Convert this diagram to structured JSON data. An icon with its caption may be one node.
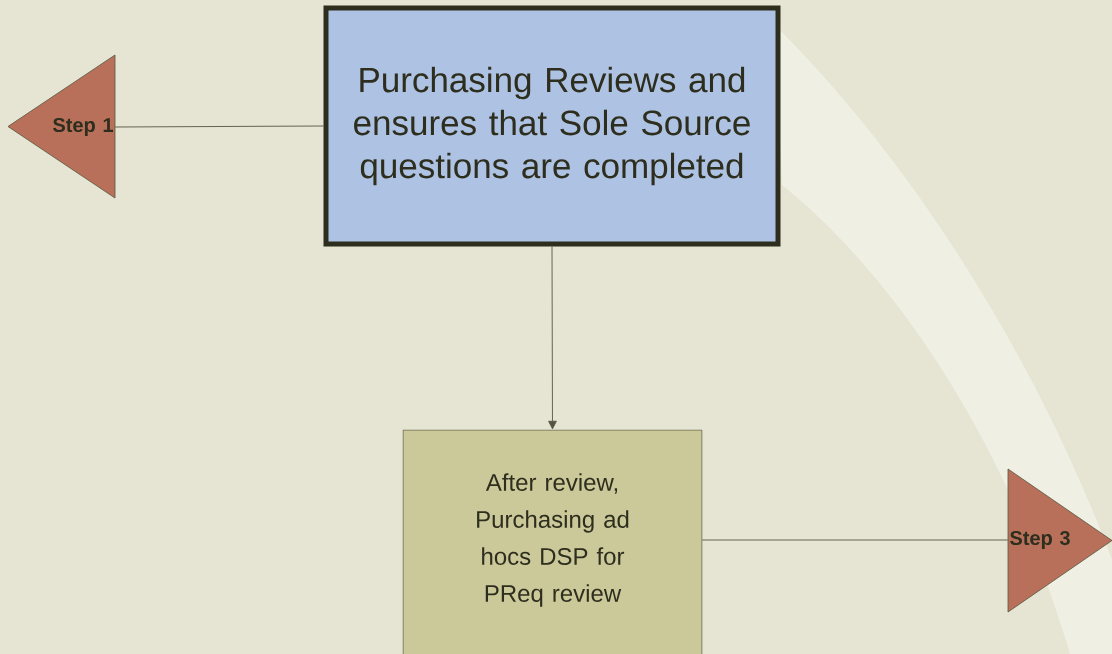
{
  "diagram": {
    "nodes": [
      {
        "text": [
          "Step 1"
        ]
      },
      {
        "text": [
          "Purchasing Reviews and ensures that Sole Source questions are completed"
        ]
      },
      {
        "text": [
          "After review, Purchasing ad hocs DSP for PReq review"
        ]
      },
      {
        "text": [
          "Step 3"
        ]
      }
    ],
    "edges": [
      {
        "from": 0,
        "to": 1,
        "arrow": "none"
      },
      {
        "from": 1,
        "to": 2,
        "arrow": "to"
      },
      {
        "from": 2,
        "to": 3,
        "arrow": "none"
      }
    ]
  }
}
